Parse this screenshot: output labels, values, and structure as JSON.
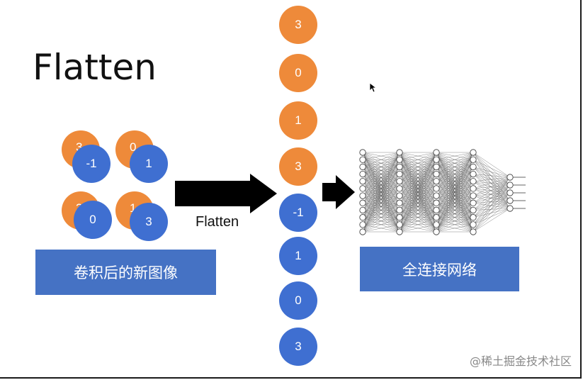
{
  "title": "Flatten",
  "feature_maps": [
    {
      "back": "3",
      "front": "-1"
    },
    {
      "back": "0",
      "front": "1"
    },
    {
      "back": "3",
      "front": "0"
    },
    {
      "back": "1",
      "front": "3"
    }
  ],
  "left_label": "卷积后的新图像",
  "arrow_label": "Flatten",
  "flattened": [
    {
      "value": "3",
      "color": "orange"
    },
    {
      "value": "0",
      "color": "orange"
    },
    {
      "value": "1",
      "color": "orange"
    },
    {
      "value": "3",
      "color": "orange"
    },
    {
      "value": "-1",
      "color": "blue"
    },
    {
      "value": "1",
      "color": "blue"
    },
    {
      "value": "0",
      "color": "blue"
    },
    {
      "value": "3",
      "color": "blue"
    }
  ],
  "right_label": "全连接网络",
  "watermark": "@稀土掘金技术社区",
  "colors": {
    "orange": "#ee8a3a",
    "blue": "#3f6fd1",
    "box": "#4572c4"
  }
}
